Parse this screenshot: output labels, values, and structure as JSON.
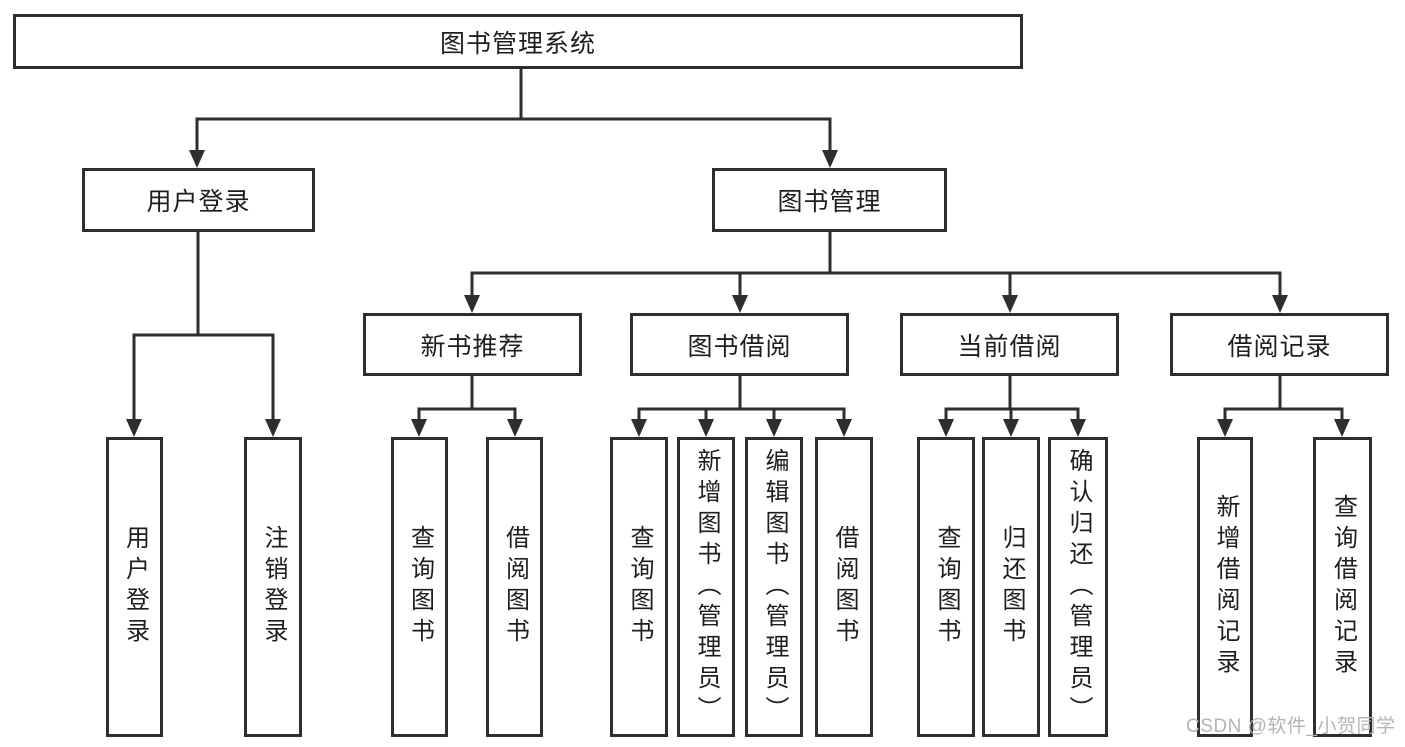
{
  "diagram": {
    "root": {
      "label": "图书管理系统"
    },
    "level2": [
      {
        "label": "用户登录"
      },
      {
        "label": "图书管理"
      }
    ],
    "level3": [
      {
        "label": "新书推荐"
      },
      {
        "label": "图书借阅"
      },
      {
        "label": "当前借阅"
      },
      {
        "label": "借阅记录"
      }
    ],
    "leaves": {
      "user": [
        "用户登录",
        "注销登录"
      ],
      "recommend": [
        "查询图书",
        "借阅图书"
      ],
      "borrow": [
        "查询图书",
        "新增图书（管理员）",
        "编辑图书（管理员）",
        "借阅图书"
      ],
      "current": [
        "查询图书",
        "归还图书",
        "确认归还（管理员）"
      ],
      "records": [
        "新增借阅记录",
        "查询借阅记录"
      ]
    }
  },
  "watermark": {
    "text": "CSDN @软件_小贺同学"
  },
  "colors": {
    "line": "#2e2e2e",
    "text": "#1e1e1e",
    "watermark": "#b5b5b5",
    "background": "#ffffff"
  }
}
